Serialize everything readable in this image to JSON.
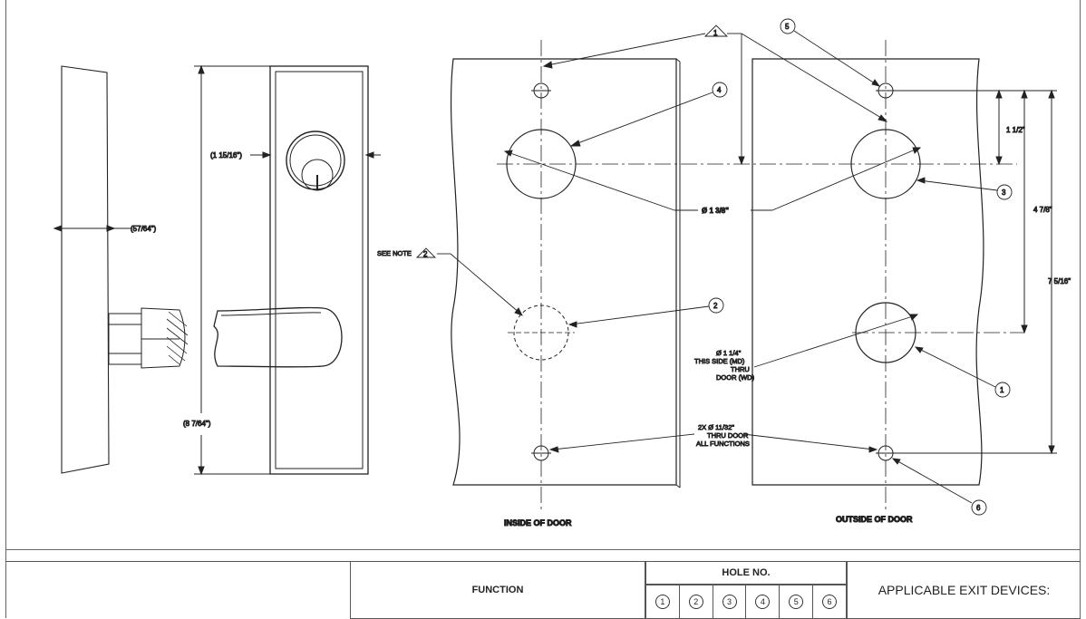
{
  "dims": {
    "backset_width": "(57/64\")",
    "cyl_offset": "(1 15/16\")",
    "plate_height": "(8 7/64\")",
    "dim_1_half": "1 1/2\"",
    "dim_4_7_8": "4 7/8\"",
    "dim_7_5_16": "7 5/16\""
  },
  "notes": {
    "see_note": "SEE NOTE",
    "note_tri": "2",
    "top_tri": "1",
    "dia_large": "Ø 1 3/8\"",
    "dia_lever_l1": "Ø 1 1/4\"",
    "dia_lever_l2": "THIS SIDE (MD)",
    "dia_lever_l3": "THRU",
    "dia_lever_l4": "DOOR (WD)",
    "thru_l1": "2X Ø 11/32\"",
    "thru_l2": "THRU DOOR",
    "thru_l3": "ALL FUNCTIONS"
  },
  "labels": {
    "inside": "INSIDE OF DOOR",
    "outside": "OUTSIDE OF DOOR"
  },
  "bubbles": {
    "b1": "1",
    "b2": "2",
    "b3": "3",
    "b4": "4",
    "b5": "5",
    "b6": "6"
  },
  "table": {
    "function_header": "FUNCTION",
    "hole_no_header": "HOLE NO.",
    "hole_numbers": [
      "1",
      "2",
      "3",
      "4",
      "5",
      "6"
    ],
    "applicable": "APPLICABLE EXIT DEVICES:"
  }
}
